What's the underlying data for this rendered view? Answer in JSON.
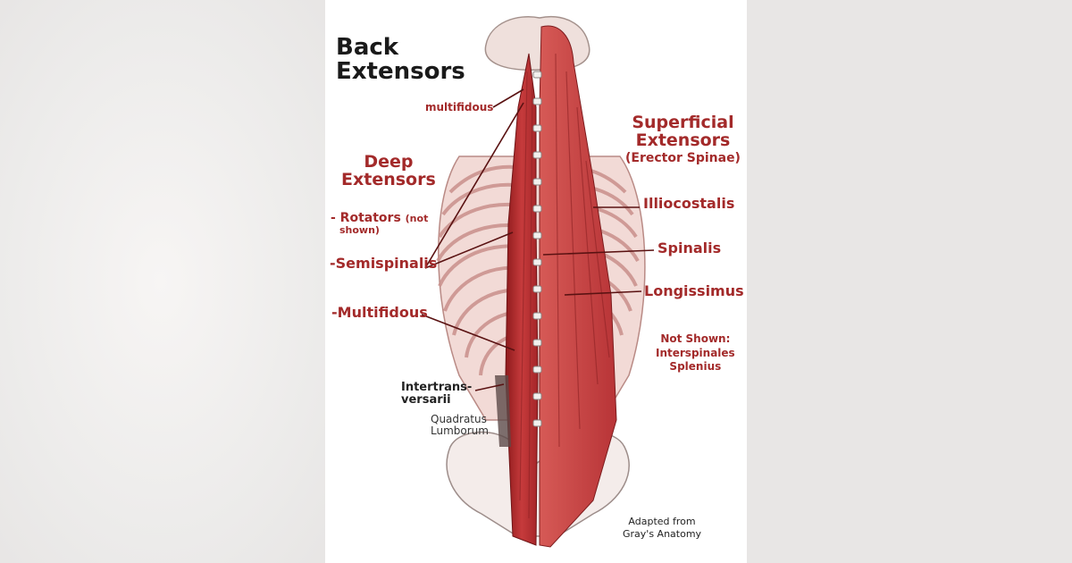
{
  "title": {
    "line1": "Back",
    "line2": "Extensors"
  },
  "labels": {
    "multifidous_top": "multifidous",
    "deep_line1": "Deep",
    "deep_line2": "Extensors",
    "superficial_line1": "Superficial",
    "superficial_line2": "Extensors",
    "superficial_line3": "(Erector Spinae)",
    "rotators": "- Rotators",
    "rotators_note": "(not",
    "rotators_note2": "shown)",
    "semispinalis": "-Semispinalis",
    "multifidous": "-Multifidous",
    "iliocostalis": "Illiocostalis",
    "spinalis": "Spinalis",
    "longissimus": "Longissimus",
    "not_shown_title": "Not Shown:",
    "not_shown_1": "Interspinales",
    "not_shown_2": "Splenius",
    "intertrans_line1": "Intertrans-",
    "intertrans_line2": "versarii",
    "quadratus_line1": "Quadratus",
    "quadratus_line2": "Lumborum",
    "credit_line1": "Adapted from",
    "credit_line2": "Gray's Anatomy"
  },
  "colors": {
    "label_red": "#a32a2a",
    "muscle": "#c0393b",
    "rib": "#e8c9c4"
  }
}
